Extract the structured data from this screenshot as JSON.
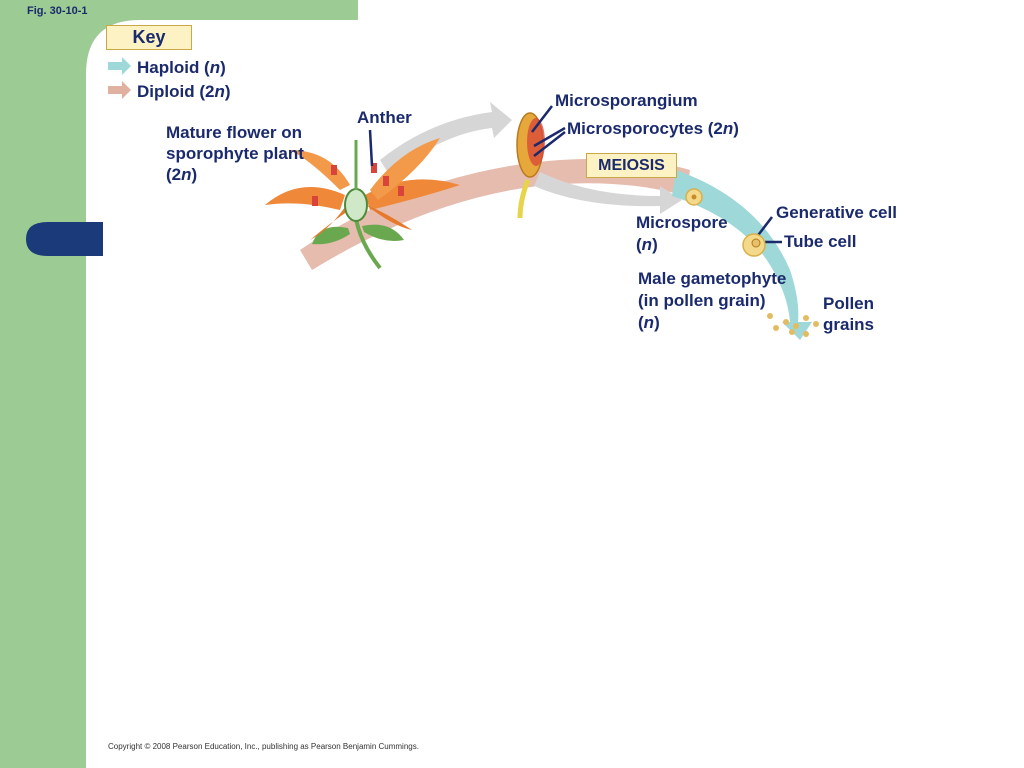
{
  "figure": {
    "fig_label": "Fig. 30-10-1"
  },
  "key": {
    "title": "Key",
    "haploid_label": "Haploid (",
    "haploid_n": "n",
    "haploid_close": ")",
    "diploid_label": "Diploid (2",
    "diploid_n": "n",
    "diploid_close": ")"
  },
  "labels": {
    "mature_flower_line1": "Mature flower on",
    "mature_flower_line2": "sporophyte plant",
    "mature_flower_line3_open": "(2",
    "mature_flower_line3_n": "n",
    "mature_flower_line3_close": ")",
    "anther": "Anther",
    "microsporangium": "Microsporangium",
    "microsporocytes_open": "Microsporocytes (2",
    "microsporocytes_n": "n",
    "microsporocytes_close": ")",
    "meiosis": "MEIOSIS",
    "microspore_line1": "Microspore",
    "microspore_line2_open": "(",
    "microspore_line2_n": "n",
    "microspore_line2_close": ")",
    "generative_cell": "Generative cell",
    "tube_cell": "Tube cell",
    "male_gametophyte_line1": "Male gametophyte",
    "male_gametophyte_line2": "(in pollen grain)",
    "male_gametophyte_line3_open": "(",
    "male_gametophyte_line3_n": "n",
    "male_gametophyte_line3_close": ")",
    "pollen_line1": "Pollen",
    "pollen_line2": "grains"
  },
  "footer": {
    "copyright": "Copyright © 2008 Pearson Education, Inc., publishing as Pearson Benjamin Cummings."
  },
  "colors": {
    "slide_green": "#9ccb93",
    "haploid_arrow": "#9ed8d8",
    "diploid_arrow": "#e0b0a0",
    "text_navy": "#1a2a6c",
    "key_box_fill": "#fdf2c4"
  }
}
